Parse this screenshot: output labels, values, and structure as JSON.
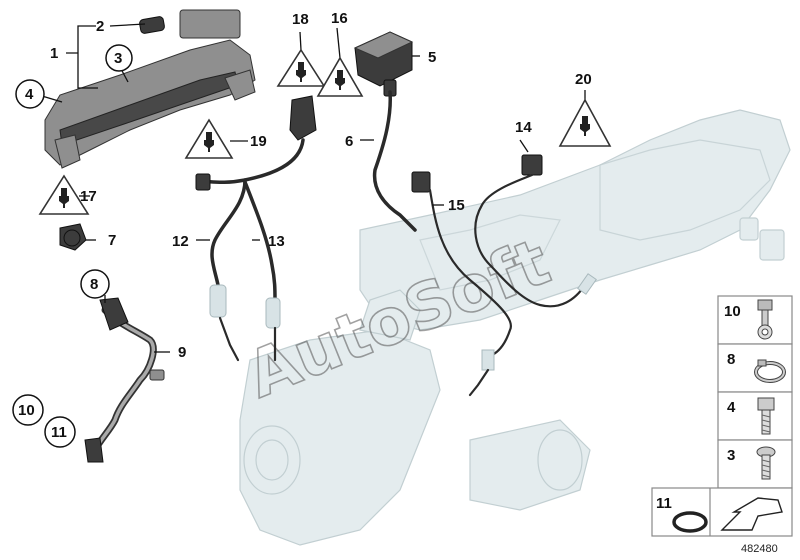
{
  "diagram": {
    "reference_number": "482480",
    "watermark": "AutoSoft",
    "callouts": [
      {
        "id": "1",
        "text": "1"
      },
      {
        "id": "2",
        "text": "2"
      },
      {
        "id": "3",
        "text": "3"
      },
      {
        "id": "4",
        "text": "4"
      },
      {
        "id": "5",
        "text": "5"
      },
      {
        "id": "6",
        "text": "6"
      },
      {
        "id": "7",
        "text": "7"
      },
      {
        "id": "8",
        "text": "8"
      },
      {
        "id": "9",
        "text": "9"
      },
      {
        "id": "10",
        "text": "10"
      },
      {
        "id": "11",
        "text": "11"
      },
      {
        "id": "12",
        "text": "12"
      },
      {
        "id": "13",
        "text": "13"
      },
      {
        "id": "14",
        "text": "14"
      },
      {
        "id": "15",
        "text": "15"
      },
      {
        "id": "16",
        "text": "16"
      },
      {
        "id": "17",
        "text": "17"
      },
      {
        "id": "18",
        "text": "18"
      },
      {
        "id": "19",
        "text": "19"
      },
      {
        "id": "20",
        "text": "20"
      }
    ],
    "legend_items": [
      {
        "label": "10",
        "icon": "banjo-bolt-icon"
      },
      {
        "label": "8",
        "icon": "hose-clamp-icon"
      },
      {
        "label": "4",
        "icon": "hex-bolt-icon"
      },
      {
        "label": "3",
        "icon": "torx-screw-icon"
      },
      {
        "label": "11",
        "icon": "sealing-ring-icon"
      }
    ]
  }
}
